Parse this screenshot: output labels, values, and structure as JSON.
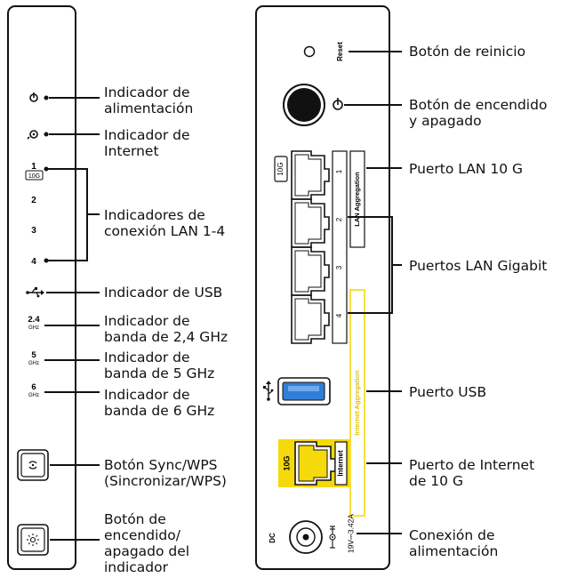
{
  "left_panel": {
    "led_labels": {
      "lan1": "1",
      "lan1_badge": "10G",
      "lan2": "2",
      "lan3": "3",
      "lan4": "4",
      "band24": "2.4",
      "band5": "5",
      "band6": "6",
      "ghz": "GHz"
    },
    "callouts": {
      "power_led": "Indicador de\nalimentación",
      "internet_led": "Indicador de\nInternet",
      "lan_leds": "Indicadores de\nconexión LAN 1-4",
      "usb_led": "Indicador de USB",
      "band24_led": "Indicador de\nbanda de 2,4 GHz",
      "band5_led": "Indicador de\nbanda de 5 GHz",
      "band6_led": "Indicador de\nbanda de 6 GHz",
      "sync_wps_button": "Botón Sync/WPS\n(Sincronizar/WPS)",
      "led_onoff_button": "Botón de\nencendido/\napagado del\nindicador"
    }
  },
  "right_panel": {
    "port_labels": {
      "reset": "Reset",
      "lan_10g_badge": "10G",
      "port1": "1",
      "port2": "2",
      "port3": "3",
      "port4": "4",
      "lan_aggregation": "LAN Aggregation",
      "internet_aggregation": "Internet Aggregation",
      "internet_10g": "10G",
      "internet": "Internet",
      "dc": "DC",
      "power_rating": "19V⎓3.42A"
    },
    "callouts": {
      "reset_button": "Botón de reinicio",
      "power_button": "Botón de encendido\ny apagado",
      "lan_10g_port": "Puerto LAN 10 G",
      "gigabit_ports": "Puertos LAN Gigabit",
      "usb_port": "Puerto USB",
      "internet_port": "Puerto de Internet\nde 10 G",
      "power_connector": "Conexión de\nalimentación"
    }
  },
  "colors": {
    "ink": "#111111",
    "internet_yellow": "#f5d90a",
    "usb_blue": "#2f7fd8",
    "agg_yellow": "#f5d90a"
  }
}
